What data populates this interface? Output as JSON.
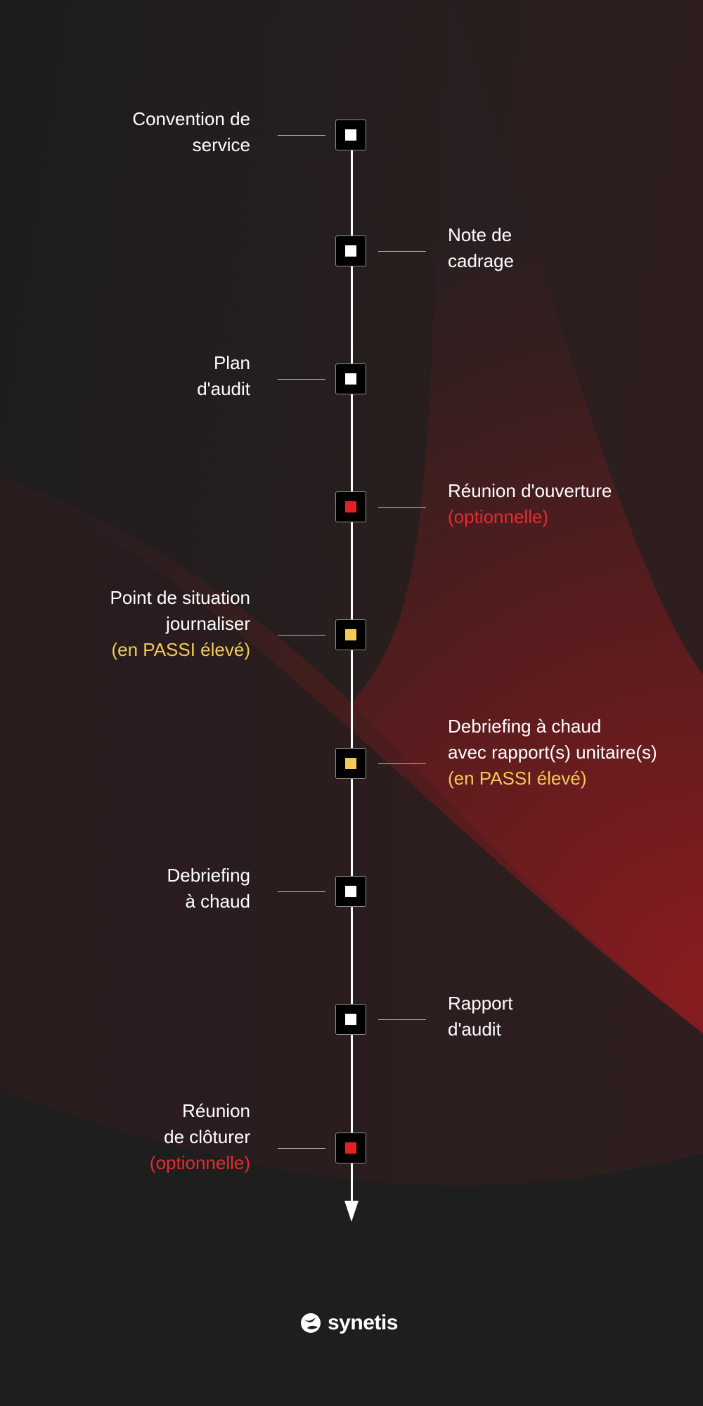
{
  "colors": {
    "background": "#1e1e1e",
    "accent_red": "#e62a2f",
    "accent_yellow": "#f3c95a",
    "line": "#ffffff"
  },
  "steps": [
    {
      "side": "left",
      "marker": "white",
      "lines": [
        {
          "text": "Convention de"
        },
        {
          "text": "service"
        }
      ]
    },
    {
      "side": "right",
      "marker": "white",
      "lines": [
        {
          "text": "Note de"
        },
        {
          "text": "cadrage"
        }
      ]
    },
    {
      "side": "left",
      "marker": "white",
      "lines": [
        {
          "text": "Plan"
        },
        {
          "text": "d'audit"
        }
      ]
    },
    {
      "side": "right",
      "marker": "red",
      "lines": [
        {
          "text": "Réunion d'ouverture"
        },
        {
          "text": "(optionnelle)",
          "color": "red"
        }
      ]
    },
    {
      "side": "left",
      "marker": "yellow",
      "lines": [
        {
          "text": "Point de situation"
        },
        {
          "text": "journaliser"
        },
        {
          "text": "(en PASSI élevé)",
          "color": "yellow"
        }
      ]
    },
    {
      "side": "right",
      "marker": "yellow",
      "lines": [
        {
          "text": "Debriefing à chaud"
        },
        {
          "text": "avec rapport(s) unitaire(s)"
        },
        {
          "text": "(en PASSI élevé)",
          "color": "yellow"
        }
      ]
    },
    {
      "side": "left",
      "marker": "white",
      "lines": [
        {
          "text": "Debriefing"
        },
        {
          "text": "à chaud"
        }
      ]
    },
    {
      "side": "right",
      "marker": "white",
      "lines": [
        {
          "text": "Rapport"
        },
        {
          "text": "d'audit"
        }
      ]
    },
    {
      "side": "left",
      "marker": "red",
      "lines": [
        {
          "text": "Réunion"
        },
        {
          "text": "de clôturer"
        },
        {
          "text": "(optionnelle)",
          "color": "red"
        }
      ]
    }
  ],
  "logo": {
    "text": "synetis",
    "icon": "synetis-logo-icon"
  }
}
